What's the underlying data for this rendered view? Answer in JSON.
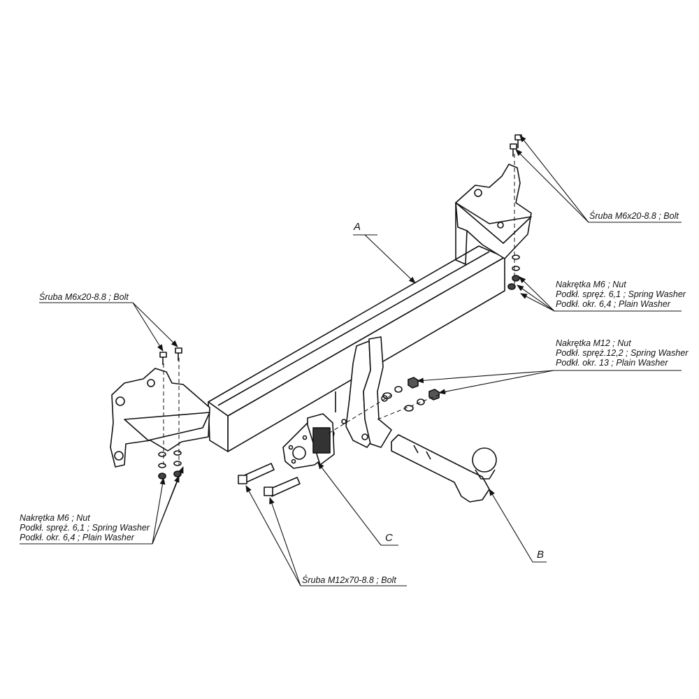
{
  "parts": {
    "a": "A",
    "b": "B",
    "c": "C"
  },
  "labels": {
    "bolt_m6_left": "Śruba M6x20-8.8 ;  Bolt",
    "bolt_m6_right": "Śruba M6x20-8.8 ;  Bolt",
    "bolt_m12": "Śruba M12x70-8.8 ;  Bolt",
    "hardware_m6_right": [
      "Nakrętka  M6 ; Nut",
      "Podkł. spręż. 6,1 ; Spring Washer",
      "Podkł. okr.  6,4 ; Plain Washer"
    ],
    "hardware_m6_left": [
      "Nakrętka  M6 ; Nut",
      "Podkł. spręż. 6,1 ; Spring Washer",
      "Podkł. okr.  6,4 ; Plain Washer"
    ],
    "hardware_m12": [
      "Nakrętka  M12 ; Nut",
      "Podkł. spręż.12,2 ; Spring Washer",
      "Podkł. okr. 13 ; Plain Washer"
    ]
  }
}
